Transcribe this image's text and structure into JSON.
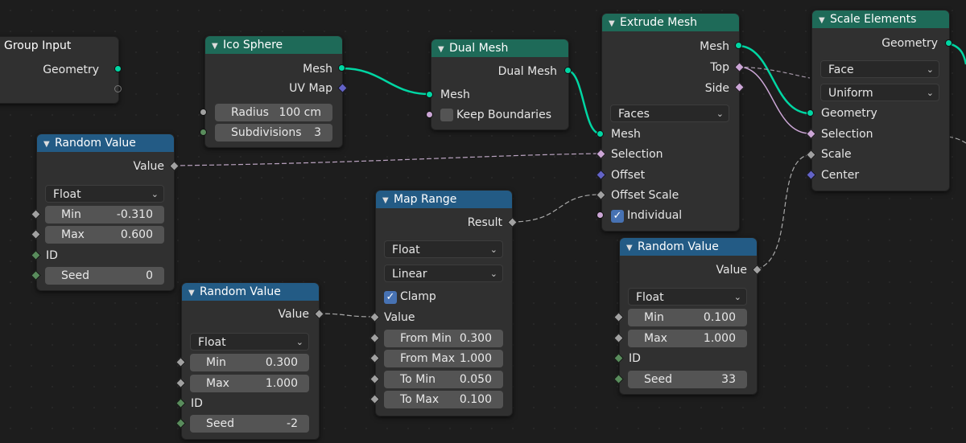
{
  "colors": {
    "header_geometry": "#1e6a58",
    "header_utility": "#235b85",
    "socket_geometry": "#00d6a3",
    "socket_float": "#a1a1a1",
    "socket_bool": "#cca6d6",
    "socket_vector": "#6363c7",
    "socket_int": "#598c5c",
    "checkbox_on": "#4772b3"
  },
  "group_input": {
    "title": "Group Input",
    "out_geometry": "Geometry"
  },
  "ico_sphere": {
    "title": "Ico Sphere",
    "out_mesh": "Mesh",
    "out_uv": "UV Map",
    "radius_label": "Radius",
    "radius_value": "100 cm",
    "subdiv_label": "Subdivisions",
    "subdiv_value": "3"
  },
  "dual_mesh": {
    "title": "Dual Mesh",
    "out_dual": "Dual Mesh",
    "in_mesh": "Mesh",
    "keep_label": "Keep Boundaries"
  },
  "extrude_mesh": {
    "title": "Extrude Mesh",
    "out_mesh": "Mesh",
    "out_top": "Top",
    "out_side": "Side",
    "mode": "Faces",
    "in_mesh": "Mesh",
    "in_selection": "Selection",
    "in_offset": "Offset",
    "in_offset_scale": "Offset Scale",
    "individual_label": "Individual"
  },
  "scale_elements": {
    "title": "Scale Elements",
    "out_geometry": "Geometry",
    "domain": "Face",
    "scale_mode": "Uniform",
    "in_geometry": "Geometry",
    "in_selection": "Selection",
    "in_scale": "Scale",
    "in_center": "Center"
  },
  "random_value_1": {
    "title": "Random Value",
    "out_value": "Value",
    "type": "Float",
    "min_label": "Min",
    "min_value": "-0.310",
    "max_label": "Max",
    "max_value": "0.600",
    "id_label": "ID",
    "seed_label": "Seed",
    "seed_value": "0"
  },
  "random_value_2": {
    "title": "Random Value",
    "out_value": "Value",
    "type": "Float",
    "min_label": "Min",
    "min_value": "0.300",
    "max_label": "Max",
    "max_value": "1.000",
    "id_label": "ID",
    "seed_label": "Seed",
    "seed_value": "-2"
  },
  "random_value_3": {
    "title": "Random Value",
    "out_value": "Value",
    "type": "Float",
    "min_label": "Min",
    "min_value": "0.100",
    "max_label": "Max",
    "max_value": "1.000",
    "id_label": "ID",
    "seed_label": "Seed",
    "seed_value": "33"
  },
  "map_range": {
    "title": "Map Range",
    "out_result": "Result",
    "data_type": "Float",
    "interpolation": "Linear",
    "clamp_label": "Clamp",
    "in_value": "Value",
    "from_min_label": "From Min",
    "from_min_value": "0.300",
    "from_max_label": "From Max",
    "from_max_value": "1.000",
    "to_min_label": "To Min",
    "to_min_value": "0.050",
    "to_max_label": "To Max",
    "to_max_value": "0.100"
  }
}
